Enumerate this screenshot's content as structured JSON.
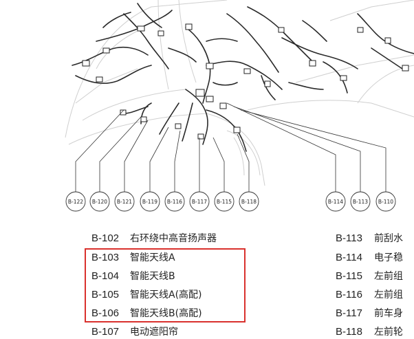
{
  "callouts_left": [
    "B-122",
    "B-120",
    "B-121",
    "B-119",
    "B-116",
    "B-117",
    "B-115",
    "B-118"
  ],
  "callouts_right": [
    "B-114",
    "B-113",
    "B-110"
  ],
  "legend_left": [
    {
      "code": "B-102",
      "name": "右环绕中高音扬声器"
    },
    {
      "code": "B-103",
      "name": "智能天线A"
    },
    {
      "code": "B-104",
      "name": "智能天线B"
    },
    {
      "code": "B-105",
      "name": "智能天线A(高配)"
    },
    {
      "code": "B-106",
      "name": "智能天线B(高配)"
    },
    {
      "code": "B-107",
      "name": "电动遮阳帘"
    }
  ],
  "legend_right": [
    {
      "code": "B-113",
      "name": "前刮水"
    },
    {
      "code": "B-114",
      "name": "电子稳"
    },
    {
      "code": "B-115",
      "name": "左前组"
    },
    {
      "code": "B-116",
      "name": "左前组"
    },
    {
      "code": "B-117",
      "name": "前车身"
    },
    {
      "code": "B-118",
      "name": "左前轮"
    }
  ],
  "highlight_color": "#d9302c"
}
